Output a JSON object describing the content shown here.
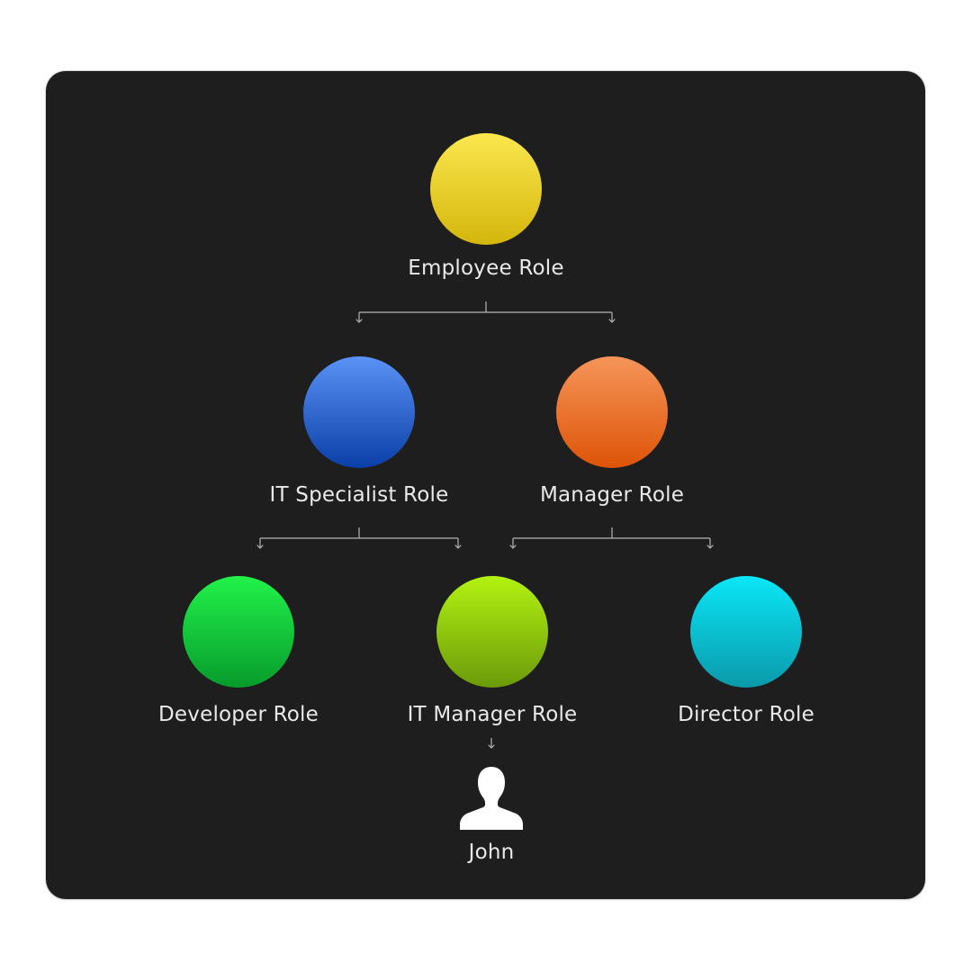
{
  "diagram": {
    "nodes": [
      {
        "id": "employee",
        "label": "Employee Role",
        "color_top": "#fbe74e",
        "color_bottom": "#d4b60c"
      },
      {
        "id": "it-specialist",
        "label": "IT Specialist Role",
        "color_top": "#5a92f5",
        "color_bottom": "#0b3fa8"
      },
      {
        "id": "manager",
        "label": "Manager Role",
        "color_top": "#f5955a",
        "color_bottom": "#dd5407"
      },
      {
        "id": "developer",
        "label": "Developer Role",
        "color_top": "#22f24a",
        "color_bottom": "#079b2c"
      },
      {
        "id": "it-manager",
        "label": "IT Manager Role",
        "color_top": "#b3f211",
        "color_bottom": "#6b9a0a"
      },
      {
        "id": "director",
        "label": "Director Role",
        "color_top": "#0ae7f7",
        "color_bottom": "#0a99aa"
      }
    ],
    "edges": [
      {
        "from": "employee",
        "to": "it-specialist"
      },
      {
        "from": "employee",
        "to": "manager"
      },
      {
        "from": "it-specialist",
        "to": "developer"
      },
      {
        "from": "it-specialist",
        "to": "it-manager"
      },
      {
        "from": "manager",
        "to": "it-manager"
      },
      {
        "from": "manager",
        "to": "director"
      },
      {
        "from": "it-manager",
        "to": "john"
      }
    ],
    "user": {
      "id": "john",
      "name": "John",
      "icon": "user-silhouette-icon"
    },
    "colors": {
      "panel_background": "#1e1e1e",
      "connector": "#b5b5b5",
      "label_text": "#e9e9e9"
    }
  }
}
